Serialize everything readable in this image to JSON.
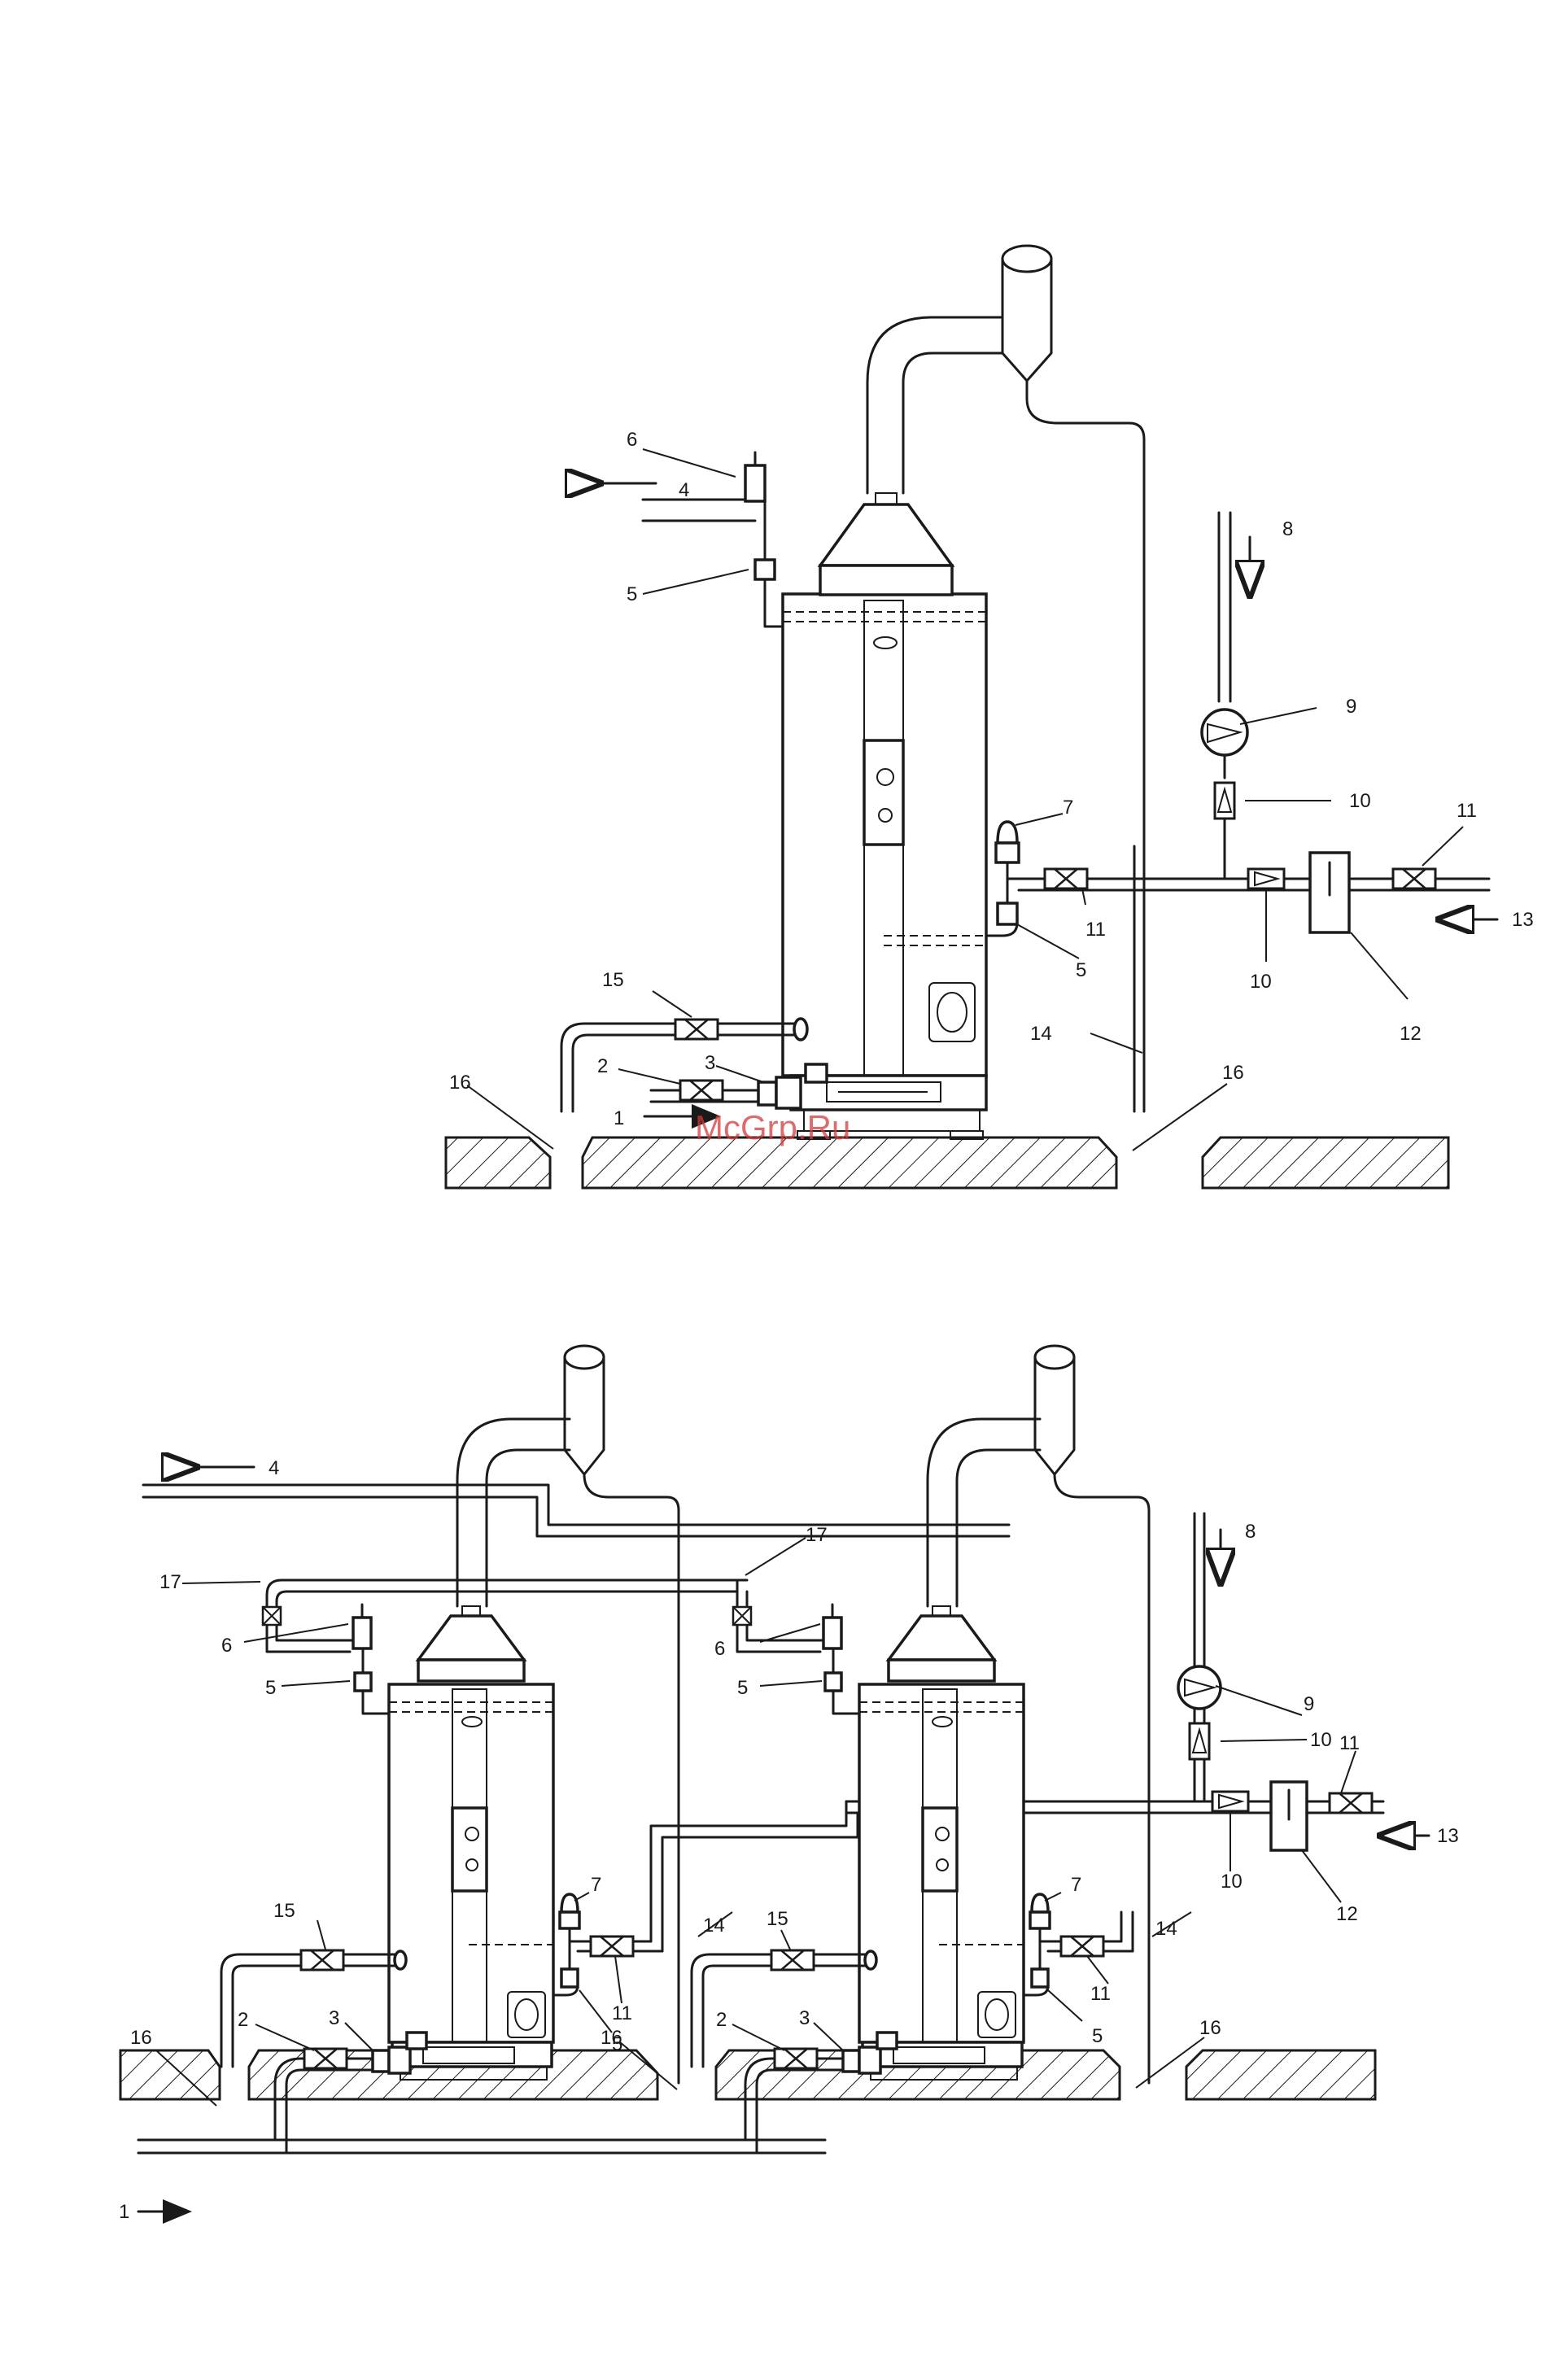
{
  "watermark": "McGrp.Ru",
  "fig1": {
    "labels": {
      "l1": "1",
      "l2": "2",
      "l3": "3",
      "l4": "4",
      "l5a": "5",
      "l5b": "5",
      "l6": "6",
      "l7": "7",
      "l8": "8",
      "l9": "9",
      "l10a": "10",
      "l10b": "10",
      "l11a": "11",
      "l11b": "11",
      "l12": "12",
      "l13": "13",
      "l14": "14",
      "l15": "15",
      "l16a": "16",
      "l16b": "16"
    }
  },
  "fig2": {
    "labels": {
      "l1": "1",
      "l4": "4",
      "l8": "8",
      "l9": "9",
      "l10a": "10",
      "l10b": "10",
      "l11": "11",
      "l12": "12",
      "l13": "13",
      "a_l2": "2",
      "a_l3": "3",
      "a_l5a": "5",
      "a_l5b": "5",
      "a_l6": "6",
      "a_l7": "7",
      "a_l11": "11",
      "a_l14": "14",
      "a_l15": "15",
      "a_l16": "16",
      "a_l17": "17",
      "b_l2": "2",
      "b_l3": "3",
      "b_l5a": "5",
      "b_l5b": "5",
      "b_l6": "6",
      "b_l7": "7",
      "b_l11": "11",
      "b_l14": "14",
      "b_l15": "15",
      "b_l16a": "16",
      "b_l16b": "16",
      "b_l17": "17"
    }
  }
}
